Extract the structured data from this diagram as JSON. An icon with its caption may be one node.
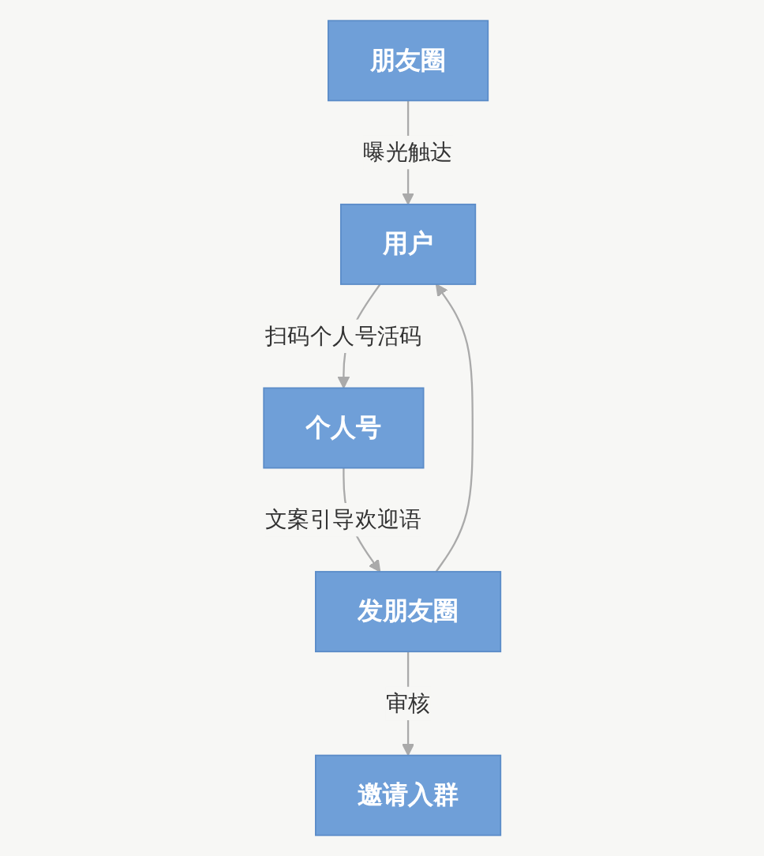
{
  "diagram": {
    "nodes": [
      {
        "text": [
          "朋友圈"
        ]
      },
      {
        "text": [
          "用户"
        ]
      },
      {
        "text": [
          "个人号"
        ]
      },
      {
        "text": [
          "发朋友圈"
        ]
      },
      {
        "text": [
          "邀请入群"
        ]
      }
    ],
    "edges": [
      {
        "from": 0,
        "to": 1,
        "arrow": "to",
        "label": "曝光触达"
      },
      {
        "from": 1,
        "to": 2,
        "arrow": "to",
        "label": "扫码个人号活码"
      },
      {
        "from": 2,
        "to": 3,
        "arrow": "to",
        "label": "文案引导欢迎语"
      },
      {
        "from": 3,
        "to": 1,
        "arrow": "to"
      },
      {
        "from": 3,
        "to": 4,
        "arrow": "to",
        "label": "审核"
      }
    ]
  }
}
